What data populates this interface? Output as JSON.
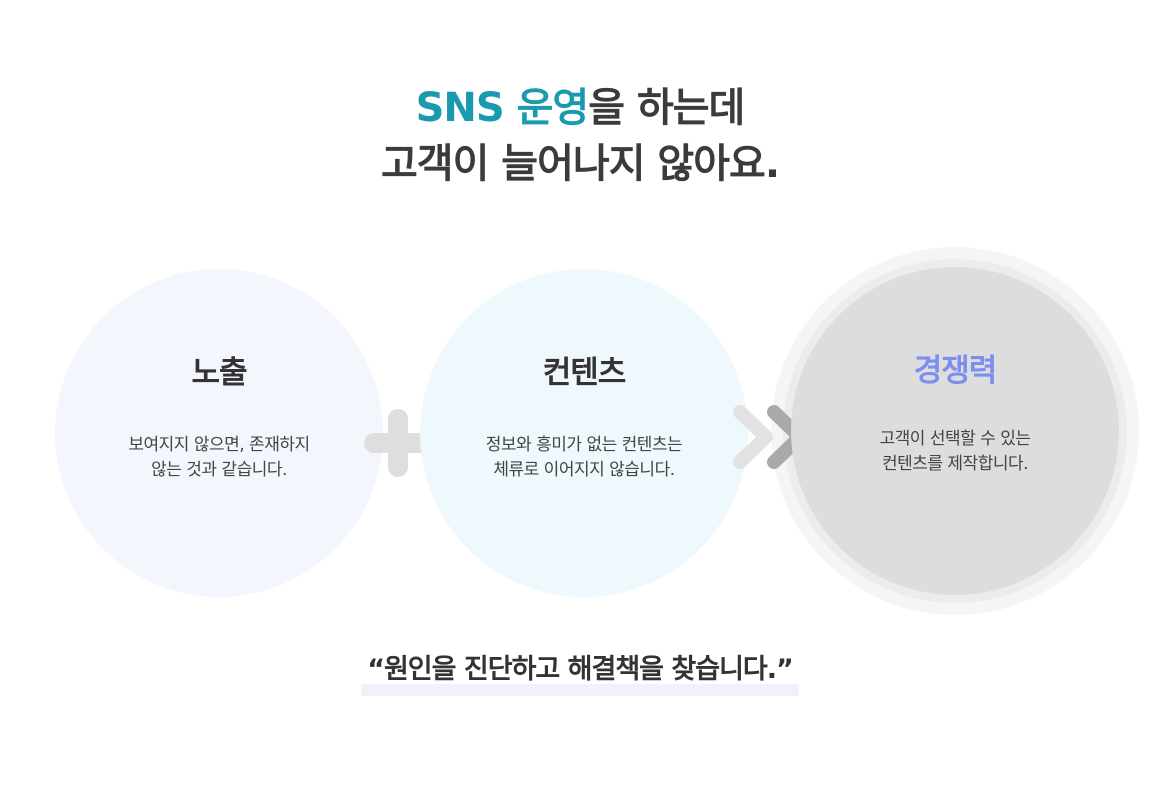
{
  "colors": {
    "accent": "#1a9aae",
    "accent2": "#7b8ff0",
    "circle1": "#f4f6fe",
    "circle2": "#eef8fd",
    "circle3": "#dddddd"
  },
  "headline": {
    "accent": "SNS 운영",
    "line1_rest": "을 하는데",
    "line2": "고객이 늘어나지 않아요."
  },
  "circles": [
    {
      "title": "노출",
      "desc": "보여지지 않으면, 존재하지\n않는 것과 같습니다."
    },
    {
      "title": "컨텐츠",
      "desc": "정보와 흥미가 없는 컨텐츠는\n체류로 이어지지 않습니다."
    },
    {
      "title": "경쟁력",
      "desc": "고객이 선택할 수 있는\n컨텐츠를 제작합니다."
    }
  ],
  "icons": {
    "plus": "plus-icon",
    "arrows": "double-chevron-right-icon"
  },
  "quote": "“원인을 진단하고 해결책을 찾습니다.”"
}
